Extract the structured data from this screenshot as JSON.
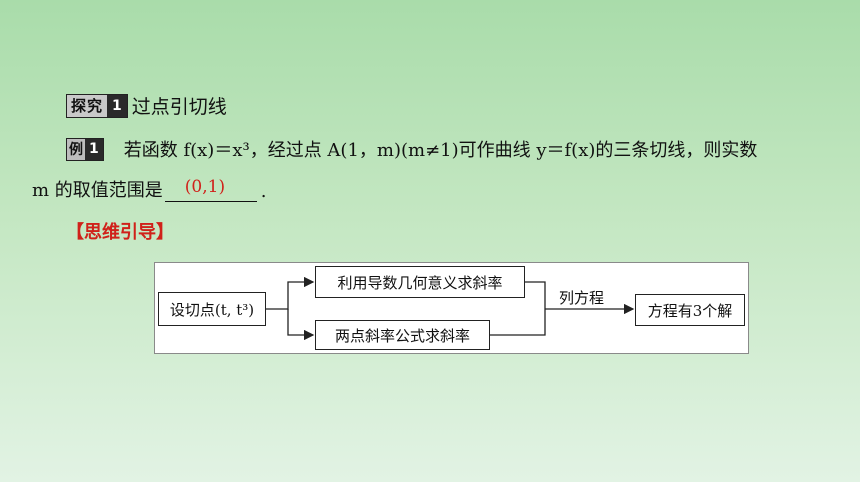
{
  "section": {
    "badge_text": "探究",
    "badge_num": "1",
    "title": "过点引切线"
  },
  "example": {
    "badge_text": "例",
    "badge_num": "1",
    "problem": "若函数 f(x)＝x³，经过点 A(1，m)(m≠1)可作曲线 y＝f(x)的三条切线，则实数",
    "problem_cont": "m 的取值范围是",
    "answer": "(0,1)",
    "end_mark": "."
  },
  "hint_label": "【思维引导】",
  "flowchart": {
    "start": "设切点(t, t³)",
    "top": "利用导数几何意义求斜率",
    "bottom": "两点斜率公式求斜率",
    "edge_label": "列方程",
    "end": "方程有3个解"
  }
}
